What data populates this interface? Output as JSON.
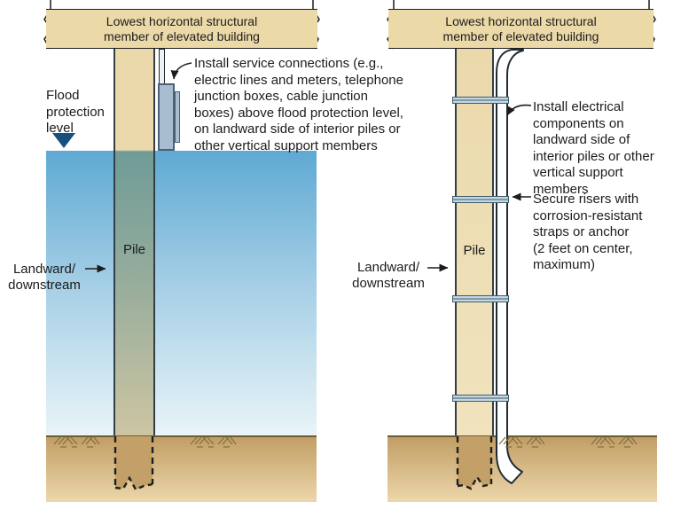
{
  "figure": {
    "left_panel": {
      "header": "Lowest horizontal structural\nmember of elevated building",
      "flood_level_label": "Flood\nprotection\nlevel",
      "pile_label": "Pile",
      "landward_label": "Landward/\ndownstream",
      "service_annotation": "Install service connections (e.g.,\nelectric lines and meters, telephone\njunction boxes, cable junction\nboxes) above flood protection level,\non landward side of interior piles or\nother vertical support members"
    },
    "right_panel": {
      "header": "Lowest horizontal structural\nmember of elevated building",
      "pile_label": "Pile",
      "landward_label": "Landward/\ndownstream",
      "electrical_annotation": "Install electrical\ncomponents on\nlandward side of\ninterior piles or other\nvertical support\nmembers",
      "risers_annotation": "Secure risers with\ncorrosion-resistant\nstraps or anchor\n(2 feet on center,\nmaximum)"
    }
  },
  "colors": {
    "ink": "#1c1c1c",
    "banner_fill": "#ecd9a8",
    "pile_fill": "#ebd9ac",
    "pile_outline": "#333f46",
    "water_top": "#5fa9d3",
    "water_mid": "#a6cfe6",
    "water_bottom": "#e9f4f8",
    "pile_sub_top": "#6f9b97",
    "pile_sub_mid": "#93ab9c",
    "pile_sub_bottom": "#cdc5a2",
    "ground_top": "#c29e65",
    "ground_bottom": "#ecd7ab",
    "ground_line": "#6b5c33",
    "underground_fill": "#c3a068",
    "box_fill": "#a9bdd1",
    "box_border": "#4c6273",
    "strap_fill": "#c3d7e4",
    "strap_border": "#3f5a68",
    "conduit_outline": "#202b31",
    "flood_marker": "#15507e",
    "hatch": "#837243"
  }
}
